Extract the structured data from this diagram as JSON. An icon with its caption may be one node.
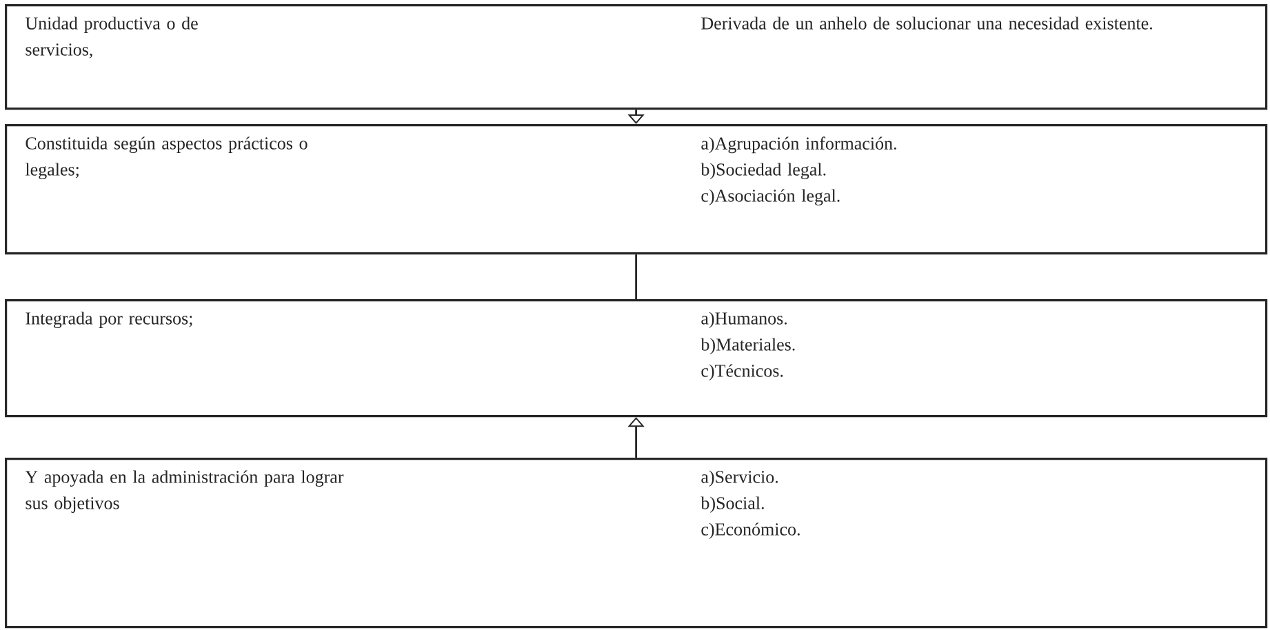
{
  "diagram": {
    "nodes": [
      {
        "text": [
          "Unidad productiva o de servicios,",
          "Derivada de un anhelo de solucionar una necesidad existente."
        ]
      },
      {
        "text": [
          "Constituida según aspectos prácticos o legales;",
          "a)Agrupación información.",
          "b)Sociedad legal.",
          "c)Asociación legal."
        ]
      },
      {
        "text": [
          "Integrada por recursos;",
          "a)Humanos.",
          "b)Materiales.",
          "c)Técnicos."
        ]
      },
      {
        "text": [
          "Y apoyada en la administración para lograr sus objetivos",
          "a)Servicio.",
          "b)Social.",
          "c)Económico."
        ]
      }
    ],
    "edges": [
      {
        "from": 0,
        "to": 1,
        "arrow": "to"
      },
      {
        "from": 1,
        "to": 2,
        "arrow": "none"
      },
      {
        "from": 3,
        "to": 2,
        "arrow": "to"
      }
    ]
  }
}
